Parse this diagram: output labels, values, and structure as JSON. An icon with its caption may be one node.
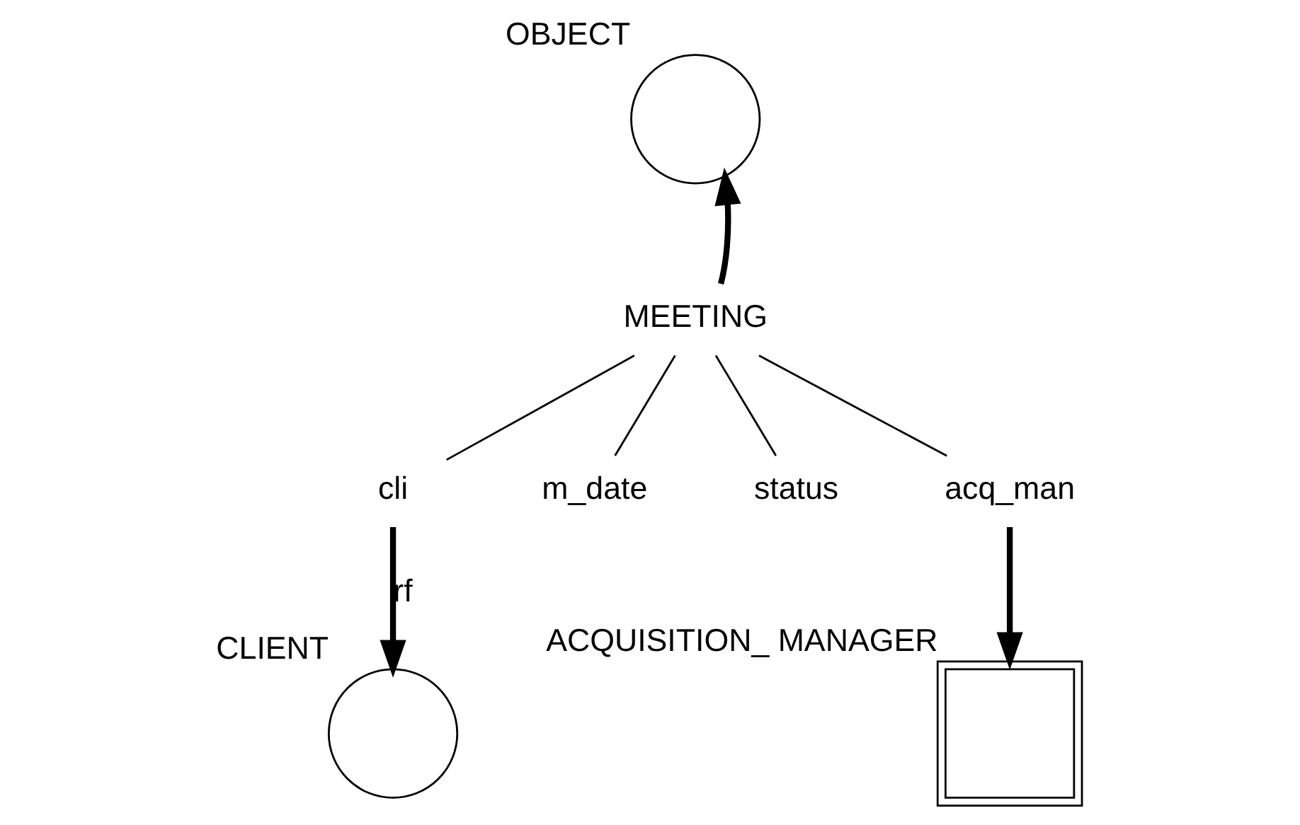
{
  "diagram": {
    "nodes": [
      {
        "text": [],
        "shape": "circle",
        "beside": [
          "OBJECT"
        ]
      },
      {
        "text": [
          "MEETING"
        ]
      },
      {
        "text": [
          "cli"
        ]
      },
      {
        "text": [
          "m_date"
        ]
      },
      {
        "text": [
          "status"
        ]
      },
      {
        "text": [
          "acq_man"
        ]
      },
      {
        "text": [],
        "shape": "circle",
        "beside": [
          "CLIENT"
        ]
      },
      {
        "text": [],
        "shape": "box",
        "beside": [
          "ACQUISITION_ MANAGER"
        ]
      }
    ],
    "edges": [
      {
        "from": 1,
        "to": 0,
        "arrow": "to",
        "style": "thick"
      },
      {
        "from": 1,
        "to": 2,
        "arrow": "none"
      },
      {
        "from": 1,
        "to": 3,
        "arrow": "none"
      },
      {
        "from": 1,
        "to": 4,
        "arrow": "none"
      },
      {
        "from": 1,
        "to": 5,
        "arrow": "none"
      },
      {
        "from": 2,
        "to": 6,
        "arrow": "to",
        "style": "thick",
        "label": "rf"
      },
      {
        "from": 5,
        "to": 7,
        "arrow": "to",
        "style": "thick"
      }
    ]
  }
}
